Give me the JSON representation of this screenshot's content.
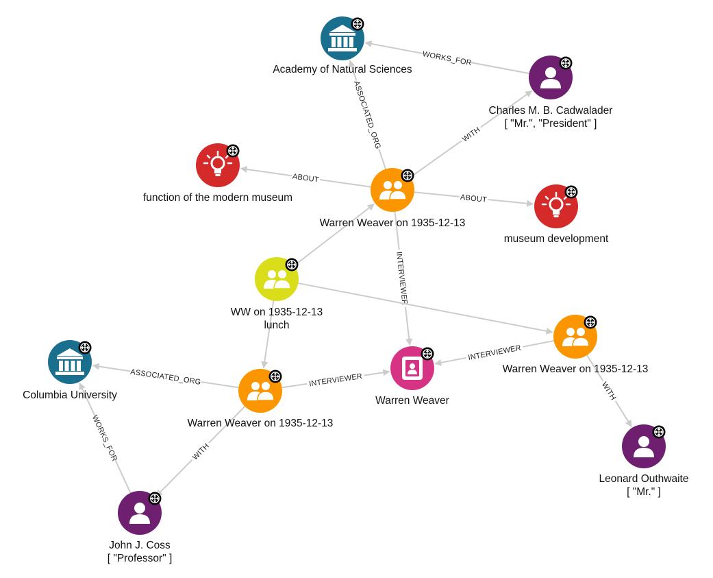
{
  "nodes": [
    {
      "id": "academy",
      "type": "organization",
      "color": "#1a6f8f",
      "icon": "institution-icon",
      "label_lines": [
        "Academy of Natural Sciences"
      ]
    },
    {
      "id": "cadwalader",
      "type": "person",
      "color": "#6e1f6f",
      "icon": "person-icon",
      "label_lines": [
        "Charles M. B. Cadwalader",
        "[ \"Mr.\", \"President\" ]"
      ]
    },
    {
      "id": "function_museum",
      "type": "topic",
      "color": "#d42a2a",
      "icon": "lightbulb-icon",
      "label_lines": [
        "function of the modern museum"
      ]
    },
    {
      "id": "ww_meeting_top",
      "type": "meeting",
      "color": "#fb9500",
      "icon": "group-icon",
      "label_lines": [
        "Warren Weaver on 1935-12-13"
      ]
    },
    {
      "id": "museum_dev",
      "type": "topic",
      "color": "#d42a2a",
      "icon": "lightbulb-icon",
      "label_lines": [
        "museum development"
      ]
    },
    {
      "id": "ww_lunch",
      "type": "meeting",
      "color": "#dade1a",
      "icon": "group-icon",
      "label_lines": [
        "WW on 1935-12-13",
        "lunch"
      ]
    },
    {
      "id": "ww_meeting_right",
      "type": "meeting",
      "color": "#fb9500",
      "icon": "group-icon",
      "label_lines": [
        "Warren Weaver on 1935-12-13"
      ]
    },
    {
      "id": "warren_weaver",
      "type": "officer",
      "color": "#d63384",
      "icon": "contact-card-icon",
      "label_lines": [
        "Warren Weaver"
      ]
    },
    {
      "id": "columbia",
      "type": "organization",
      "color": "#1a6f8f",
      "icon": "institution-icon",
      "label_lines": [
        "Columbia University"
      ]
    },
    {
      "id": "ww_meeting_left",
      "type": "meeting",
      "color": "#fb9500",
      "icon": "group-icon",
      "label_lines": [
        "Warren Weaver on 1935-12-13"
      ]
    },
    {
      "id": "outhwaite",
      "type": "person",
      "color": "#6e1f6f",
      "icon": "person-icon",
      "label_lines": [
        "Leonard Outhwaite",
        "[ \"Mr.\" ]"
      ]
    },
    {
      "id": "coss",
      "type": "person",
      "color": "#6e1f6f",
      "icon": "person-icon",
      "label_lines": [
        "John J. Coss",
        "[ \"Professor\" ]"
      ]
    }
  ],
  "edges": [
    {
      "id": "e1",
      "from": "cadwalader",
      "to": "academy",
      "label": "WORKS_FOR"
    },
    {
      "id": "e2",
      "from": "ww_meeting_top",
      "to": "academy",
      "label": "ASSOCIATED_ORG"
    },
    {
      "id": "e3",
      "from": "ww_meeting_top",
      "to": "cadwalader",
      "label": "WITH"
    },
    {
      "id": "e4",
      "from": "ww_meeting_top",
      "to": "function_museum",
      "label": "ABOUT"
    },
    {
      "id": "e5",
      "from": "ww_meeting_top",
      "to": "museum_dev",
      "label": "ABOUT"
    },
    {
      "id": "e6",
      "from": "ww_meeting_top",
      "to": "warren_weaver",
      "label": "INTERVIEWER"
    },
    {
      "id": "e7",
      "from": "ww_lunch",
      "to": "ww_meeting_top",
      "label": ""
    },
    {
      "id": "e8",
      "from": "ww_lunch",
      "to": "ww_meeting_right",
      "label": ""
    },
    {
      "id": "e9",
      "from": "ww_lunch",
      "to": "ww_meeting_left",
      "label": ""
    },
    {
      "id": "e10",
      "from": "ww_meeting_right",
      "to": "warren_weaver",
      "label": "INTERVIEWER"
    },
    {
      "id": "e11",
      "from": "ww_meeting_right",
      "to": "outhwaite",
      "label": "WITH"
    },
    {
      "id": "e12",
      "from": "ww_meeting_left",
      "to": "columbia",
      "label": "ASSOCIATED_ORG"
    },
    {
      "id": "e13",
      "from": "ww_meeting_left",
      "to": "warren_weaver",
      "label": "INTERVIEWER"
    },
    {
      "id": "e14",
      "from": "ww_meeting_left",
      "to": "coss",
      "label": "WITH"
    },
    {
      "id": "e15",
      "from": "coss",
      "to": "columbia",
      "label": "WORKS_FOR"
    }
  ],
  "colors": {
    "edge": "#cccccc",
    "label_text": "#111111",
    "badge_bg": "#000000",
    "badge_fg": "#ffffff"
  }
}
